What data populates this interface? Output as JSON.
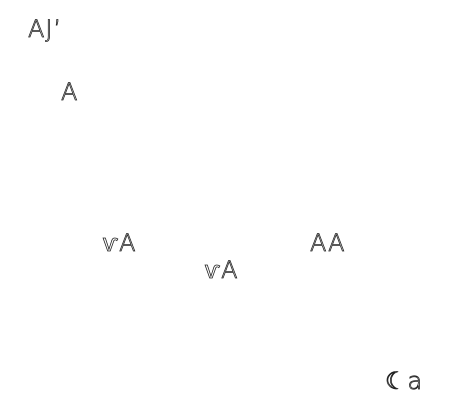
{
  "theme": {
    "background": "#ffffff",
    "stroke": "#1f1f1f"
  },
  "fragments": [
    {
      "text": "AJ’"
    },
    {
      "text": "A"
    },
    {
      "text": "ѵA"
    },
    {
      "text": "AA"
    },
    {
      "text": "ѵA"
    },
    {
      "text": "☾a"
    }
  ]
}
